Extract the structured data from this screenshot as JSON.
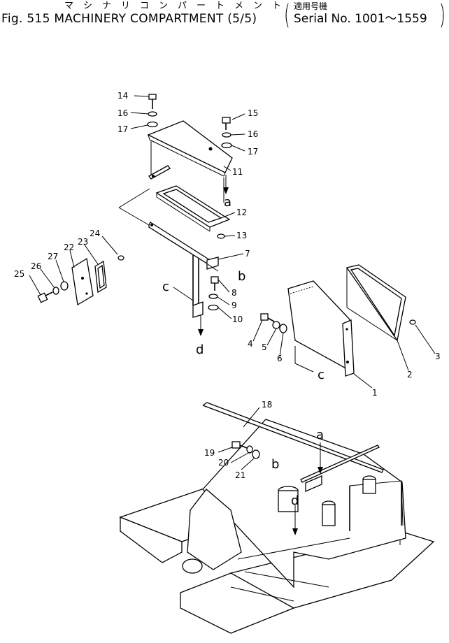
{
  "header": {
    "kana": "マシナリコンパートメント",
    "title": "Fig. 515 MACHINERY COMPARTMENT (5/5)",
    "applicable_label": "適用号機",
    "serial": "Serial No. 1001～1559",
    "paren_open": "(",
    "paren_close": ")"
  },
  "callouts": {
    "p1": "1",
    "p2": "2",
    "p3": "3",
    "p4": "4",
    "p5": "5",
    "p6": "6",
    "p7": "7",
    "p8": "8",
    "p9": "9",
    "p10": "10",
    "p11": "11",
    "p12": "12",
    "p13": "13",
    "p14": "14",
    "p15": "15",
    "p16a": "16",
    "p16b": "16",
    "p17a": "17",
    "p17b": "17",
    "p18": "18",
    "p19": "19",
    "p20": "20",
    "p21": "21",
    "p22": "22",
    "p23": "23",
    "p24": "24",
    "p25": "25",
    "p26": "26",
    "p27": "27"
  },
  "refs": {
    "a_top": "a",
    "b_top": "b",
    "c_top": "c",
    "d_top": "d",
    "c_right": "c",
    "a_bottom": "a",
    "b_bottom": "b",
    "d_bottom": "d"
  }
}
